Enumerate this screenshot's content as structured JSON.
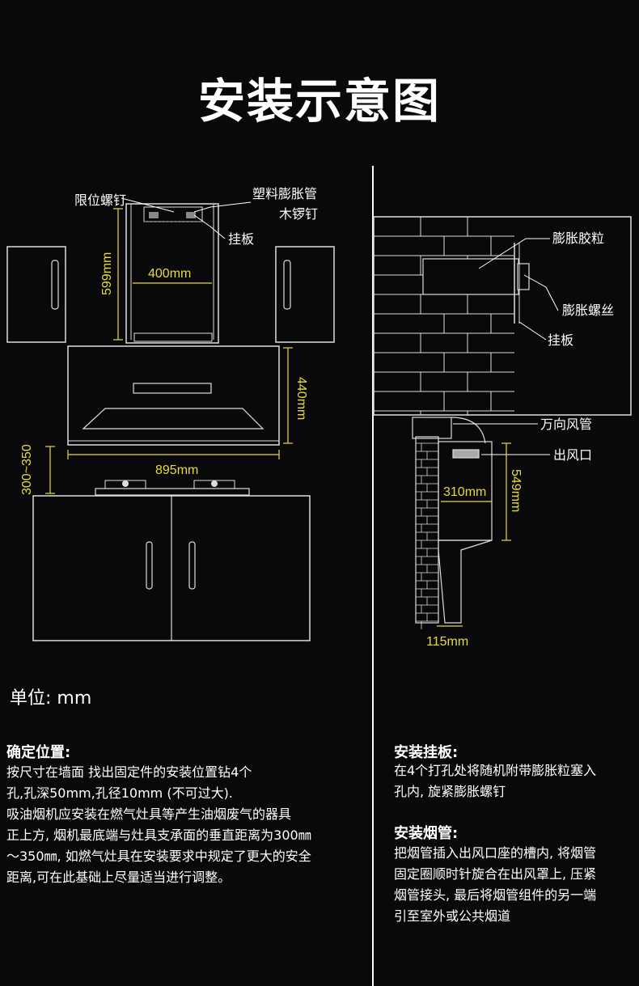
{
  "title": "安装示意图",
  "labels": {
    "limit_screw": "限位螺钉",
    "plastic_anchor": "塑料膨胀管",
    "wood_screw": "木锣钉",
    "hang_plate": "挂板",
    "expansion_plug": "膨胀胶粒",
    "expansion_screw": "膨胀螺丝",
    "hang_plate_right": "挂板",
    "universal_duct": "万向风管",
    "air_outlet": "出风口"
  },
  "dimensions": {
    "d599": "599mm",
    "d400": "400mm",
    "d440": "440mm",
    "d895": "895mm",
    "d300_350": "300~350",
    "d310": "310mm",
    "d549": "549mm",
    "d115": "115mm"
  },
  "unit_text": "单位: mm",
  "left_section": {
    "heading": "确定位置:",
    "line1": "按尺寸在墙面 找出固定件的安装位置钻4个",
    "line2": "孔,孔深50mm,孔径10mm (不可过大).",
    "line3": "吸油烟机应安装在燃气灶具等产生油烟废气的器具",
    "line4": "正上方, 烟机最底端与灶具支承面的垂直距离为300㎜",
    "line5": "～350㎜, 如燃气灶具在安装要求中规定了更大的安全",
    "line6": "距离,可在此基础上尽量适当进行调整。"
  },
  "right_section": {
    "heading1": "安装挂板:",
    "r1": "在4个打孔处将随机附带膨胀粒塞入",
    "r2": "孔内, 旋紧膨胀螺钉",
    "heading2": "安装烟管:",
    "r3": "把烟管插入出风口座的槽内, 将烟管",
    "r4": "固定圈顺时针旋合在出风罩上, 压紧",
    "r5": "烟管接头, 最后将烟管组件的另一端",
    "r6": "引至室外或公共烟道"
  },
  "colors": {
    "background": "#09090b",
    "dimension": "#e8dc3a",
    "line": "#ffffff"
  }
}
